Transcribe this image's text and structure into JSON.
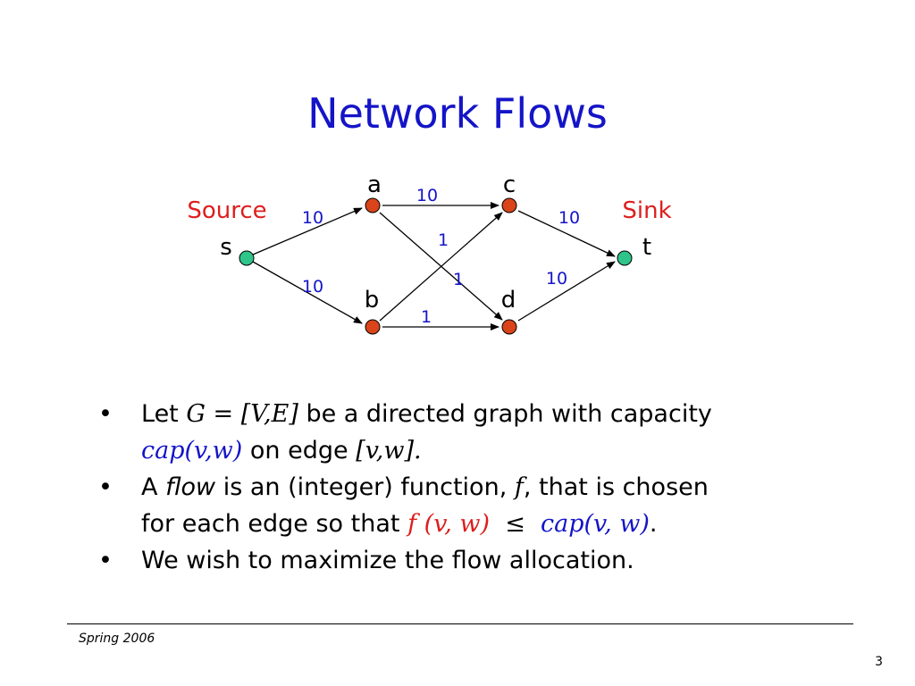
{
  "slide": {
    "title": "Network Flows",
    "footer": "Spring 2006",
    "page_number": "3"
  },
  "graph": {
    "source_label": "Source",
    "sink_label": "Sink",
    "nodes": {
      "s": "s",
      "a": "a",
      "b": "b",
      "c": "c",
      "d": "d",
      "t": "t"
    },
    "edges": [
      {
        "from": "s",
        "to": "a",
        "capacity": "10"
      },
      {
        "from": "s",
        "to": "b",
        "capacity": "10"
      },
      {
        "from": "a",
        "to": "c",
        "capacity": "10"
      },
      {
        "from": "a",
        "to": "d",
        "capacity": "1"
      },
      {
        "from": "b",
        "to": "c",
        "capacity": "1"
      },
      {
        "from": "b",
        "to": "d",
        "capacity": "1"
      },
      {
        "from": "c",
        "to": "t",
        "capacity": "10"
      },
      {
        "from": "d",
        "to": "t",
        "capacity": "10"
      }
    ],
    "colors": {
      "internal_node": "#d9441a",
      "terminal_node": "#2ec48a",
      "label_accent": "#dd1e1e",
      "capacity_text": "#1414c8"
    }
  },
  "bullets": {
    "b1": {
      "lead": "Let ",
      "math1": "G = [V,E]",
      "mid": " be a directed graph with capacity",
      "math2": "cap(v,w)",
      "mid2": " on edge ",
      "math3": "[v,w]."
    },
    "b2": {
      "lead": "A ",
      "emph": "flow",
      "mid": " is an (integer) function, ",
      "math1": "f",
      "mid2": ", that is chosen",
      "line2": "for each edge so that ",
      "math2": "f (v, w)",
      "leq": "  ≤  ",
      "math3": "cap(v, w)",
      "end": "."
    },
    "b3": {
      "text": "We wish to maximize the flow allocation."
    },
    "bullet_symbol": "•"
  }
}
